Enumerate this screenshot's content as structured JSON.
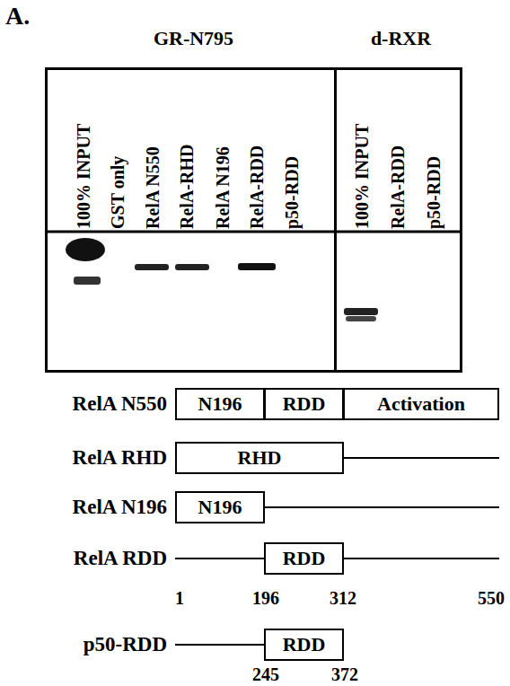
{
  "diagram": {
    "nodes": [
      {
        "text": [
          "GR-N795",
          "100% INPUT",
          "GST only",
          "RelA N550",
          "RelA-RHD",
          "RelA N196",
          "RelA-RDD",
          "p50-RDD"
        ]
      },
      {
        "text": [
          "d-RXR",
          "100% INPUT",
          "RelA-RDD",
          "p50-RDD"
        ]
      },
      {
        "text": [
          "N196"
        ]
      },
      {
        "text": [
          "RDD"
        ]
      },
      {
        "text": [
          "Activation"
        ]
      },
      {
        "text": [
          "RHD"
        ]
      },
      {
        "text": [
          "N196"
        ]
      },
      {
        "text": [
          "RDD"
        ]
      },
      {
        "text": [
          "RDD"
        ]
      }
    ],
    "labels": [
      "A.",
      "RelA N550",
      "RelA RHD",
      "RelA N196",
      "RelA RDD",
      "1",
      "196",
      "312",
      "550",
      "p50-RDD",
      "245",
      "372"
    ]
  }
}
